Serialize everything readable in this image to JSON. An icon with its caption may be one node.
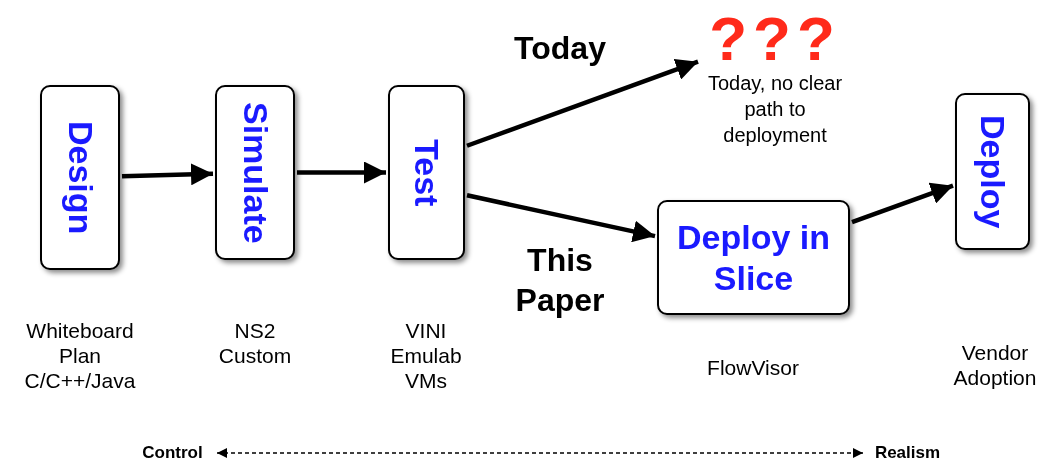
{
  "diagram": {
    "nodes": [
      {
        "text": [
          "Design"
        ],
        "beside": [
          "Whiteboard",
          "Plan",
          "C/C++/Java"
        ]
      },
      {
        "text": [
          "Simulate"
        ],
        "beside": [
          "NS2",
          "Custom"
        ]
      },
      {
        "text": [
          "Test"
        ],
        "beside": [
          "VINI",
          "Emulab",
          "VMs"
        ]
      },
      {
        "text": [
          "???",
          "Today, no clear path to deployment"
        ]
      },
      {
        "text": [
          "Deploy in Slice"
        ],
        "beside": [
          "FlowVisor"
        ]
      },
      {
        "text": [
          "Deploy"
        ]
      },
      {
        "text": [
          "Control"
        ]
      },
      {
        "text": [
          "Realism"
        ]
      }
    ],
    "edges": [
      {
        "from": 0,
        "to": 1,
        "arrow": "to"
      },
      {
        "from": 1,
        "to": 2,
        "arrow": "to"
      },
      {
        "from": 2,
        "to": 3,
        "arrow": "to",
        "label": "Today"
      },
      {
        "from": 2,
        "to": 4,
        "arrow": "to",
        "label": "This Paper"
      },
      {
        "from": 4,
        "to": 5,
        "arrow": "to"
      },
      {
        "from": 6,
        "to": 7,
        "arrow": "both",
        "style": "dashed"
      }
    ],
    "labels": [
      "Vendor Adoption"
    ]
  }
}
